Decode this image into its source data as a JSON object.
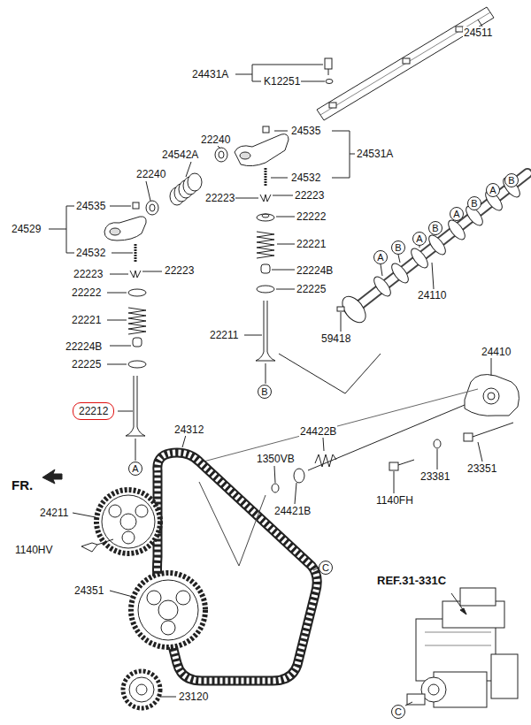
{
  "diagram": {
    "nodes": [
      {
        "text": [
          "B"
        ]
      },
      {
        "text": [
          "A"
        ]
      },
      {
        "text": [
          "B"
        ]
      },
      {
        "text": [
          "A"
        ]
      },
      {
        "text": [
          "B"
        ]
      },
      {
        "text": [
          "A"
        ]
      },
      {
        "text": [
          "B"
        ]
      },
      {
        "text": [
          "A"
        ]
      },
      {
        "text": [
          "B"
        ]
      },
      {
        "text": [
          "22212"
        ]
      },
      {
        "text": [
          "A"
        ]
      },
      {
        "text": [
          "C"
        ]
      },
      {
        "text": [
          "C"
        ]
      }
    ],
    "labels": [
      "24511",
      "24431A",
      "K12251",
      "22240",
      "24535",
      "24531A",
      "24542A",
      "22240",
      "24532",
      "22223",
      "22223",
      "24535",
      "24529",
      "22222",
      "22221",
      "24532",
      "22224B",
      "22223",
      "22223",
      "22225",
      "22222",
      "22221",
      "24110",
      "22211",
      "59418",
      "22224B",
      "22225",
      "24410",
      "24312",
      "24422B",
      "1350VB",
      "24421B",
      "23381",
      "23351",
      "1140FH",
      "24211",
      "1140HV",
      "24351",
      "23120",
      "FR.",
      "REF.31-331C"
    ]
  }
}
